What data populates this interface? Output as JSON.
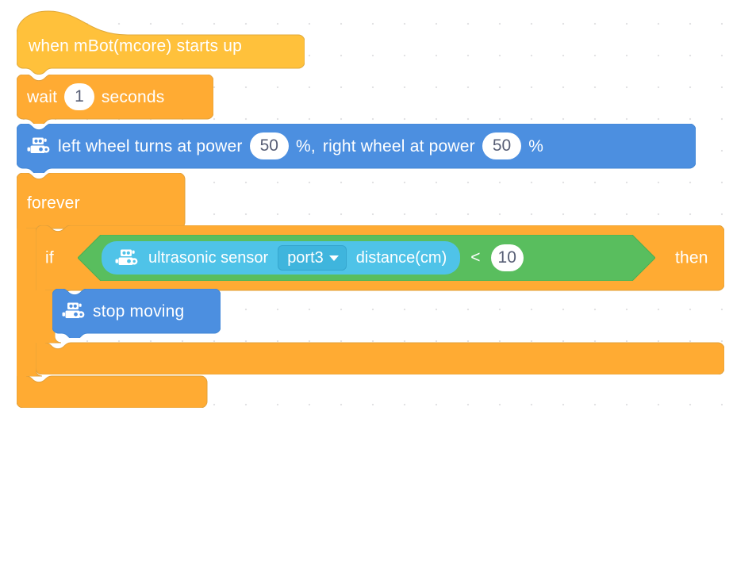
{
  "workspace": {
    "name": "mblock-block-canvas",
    "background": "#ffffff",
    "grid_dot_color": "#e2e2e4"
  },
  "colors": {
    "hat_event": "#FFC13B",
    "control_orange": "#FFAB33",
    "control_orange_stroke": "#E2A03A",
    "motor_blue": "#4C8FE0",
    "operator_green": "#59BE5E",
    "sensor_cyan": "#4FC3E8",
    "dropdown_cyan": "#3FB5DD",
    "input_text": "#575e75",
    "block_text": "#ffffff"
  },
  "script": {
    "hat": {
      "label": "when mBot(mcore) starts up",
      "category": "events"
    },
    "wait": {
      "label_before": "wait",
      "value": "1",
      "label_after": "seconds",
      "category": "control"
    },
    "motor": {
      "icon": "mbot-robot-icon",
      "label_1": "left wheel turns at power",
      "value_left": "50",
      "label_2": "%,",
      "label_3": "right wheel at power",
      "value_right": "50",
      "label_4": "%",
      "category": "motion"
    },
    "forever": {
      "label": "forever",
      "loop_icon": "loop-arrow-icon",
      "category": "control"
    },
    "if_then": {
      "label_if": "if",
      "label_then": "then",
      "category": "control"
    },
    "condition": {
      "operator": "<",
      "compare_value": "10",
      "sensor": {
        "icon": "mbot-robot-icon",
        "label": "ultrasonic sensor",
        "port": "port3",
        "port_caret": "chevron-down-icon",
        "measure": "distance(cm)"
      }
    },
    "stop": {
      "icon": "mbot-robot-icon",
      "label": "stop moving",
      "category": "motion"
    }
  }
}
